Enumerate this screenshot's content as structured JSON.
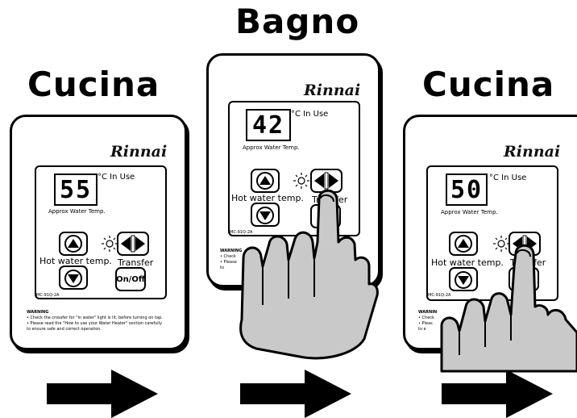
{
  "headings": {
    "left": "Cucina",
    "center": "Bagno",
    "right": "Cucina"
  },
  "panels": [
    {
      "brand": "Rinnai",
      "temperature": "55",
      "unit_in_use": "°C  In Use",
      "approx_label": "Approx Water Temp.",
      "hot_label": "Hot water temp.",
      "transfer_label": "Transfer",
      "onoff_label": "On/Off",
      "model": "MC-91Q-2A",
      "warning_title": "WARNING",
      "warning_lines": [
        "•  Check the crossfer for \"in water\" light is lit, before turning on tap.",
        "•  Please read the \"How to use your Water Heater\" section carefully",
        "   to ensure safe and correct operation."
      ]
    },
    {
      "brand": "Rinnai",
      "temperature": "42",
      "unit_in_use": "°C  In Use",
      "approx_label": "Approx Water Temp.",
      "hot_label": "Hot water temp.",
      "transfer_label": "Transfer",
      "model": "MC-91Q-2A",
      "warning_title": "WARNING",
      "warning_lines": [
        "•  Check",
        "•  Please",
        "   to"
      ]
    },
    {
      "brand": "Rinnai",
      "temperature": "50",
      "unit_in_use": "°C  In Use",
      "approx_label": "Approx Water Temp.",
      "hot_label": "Hot water temp.",
      "transfer_label": "Transfer",
      "model": "MC-91Q-2A",
      "warning_title": "WARNIN",
      "warning_lines": [
        "•  Check",
        "•  Pleas",
        "   to e"
      ]
    }
  ],
  "colors": {
    "ink": "#000000",
    "hand": "#c9c9c9",
    "paper": "#ffffff"
  },
  "icons": [
    "up-arrow-icon",
    "down-arrow-icon",
    "transfer-icon",
    "sun-icon",
    "pointing-hand",
    "right-arrow"
  ]
}
